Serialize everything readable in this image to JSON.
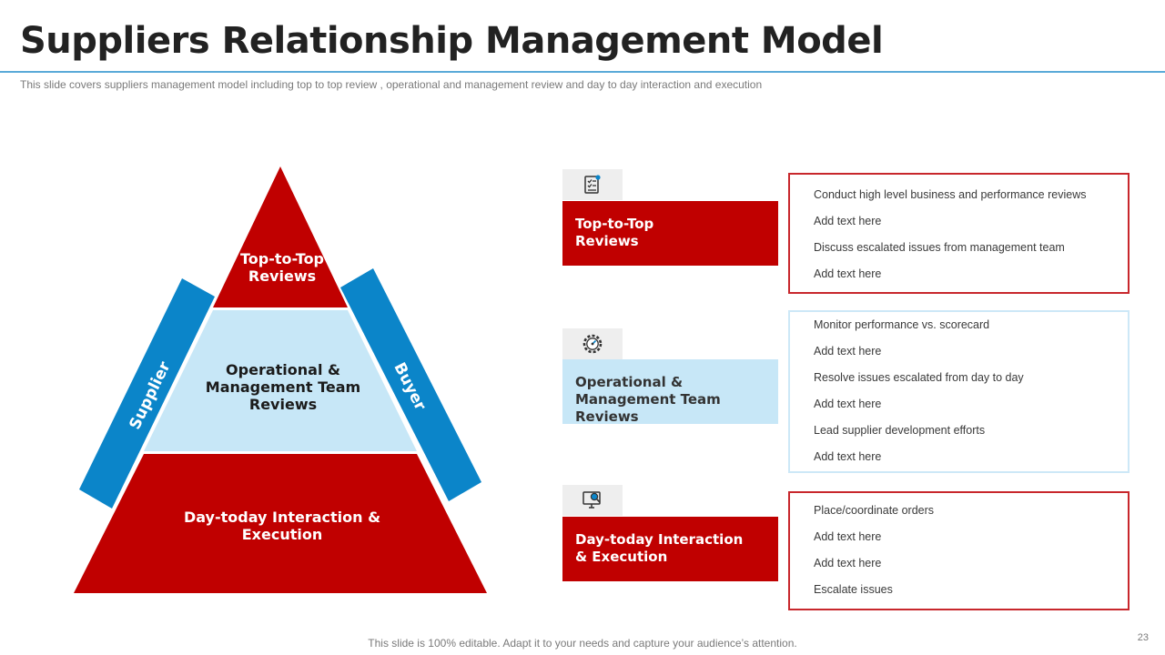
{
  "slide": {
    "title": "Suppliers Relationship Management Model",
    "subtitle": "This slide covers suppliers management model including top to top review , operational and management review and day to day interaction and execution",
    "footer": "This slide is 100% editable. Adapt it to your needs and capture your audience’s attention.",
    "page_number": "23"
  },
  "pyramid": {
    "left_side_label": "Supplier",
    "right_side_label": "Buyer",
    "levels": [
      {
        "label": "Top-to-Top Reviews",
        "color": "#c00000"
      },
      {
        "label": "Operational & Management Team Reviews",
        "color": "#c7e7f7"
      },
      {
        "label": "Day-today Interaction & Execution",
        "color": "#c00000"
      }
    ],
    "side_bar_color": "#0b85c9"
  },
  "stages": [
    {
      "icon": "checklist-icon",
      "label": "Top-to-Top Reviews",
      "items": [
        "Conduct high level business and performance reviews",
        "Add text here",
        "Discuss escalated issues from management team",
        "Add text here"
      ]
    },
    {
      "icon": "gear-gauge-icon",
      "label": "Operational & Management Team Reviews",
      "items": [
        "Monitor performance vs. scorecard",
        "Add text here",
        "Resolve issues escalated from day to day",
        "Add text here",
        "Lead supplier development efforts",
        "Add text here"
      ]
    },
    {
      "icon": "monitor-search-icon",
      "label": "Day-today Interaction & Execution",
      "items": [
        "Place/coordinate orders",
        "Add text here",
        "Add text here",
        "Escalate issues"
      ]
    }
  ],
  "colors": {
    "accent_red": "#c00000",
    "light_blue": "#c7e7f7",
    "accent_blue": "#0b85c9",
    "rule_blue": "#5aaad8"
  }
}
